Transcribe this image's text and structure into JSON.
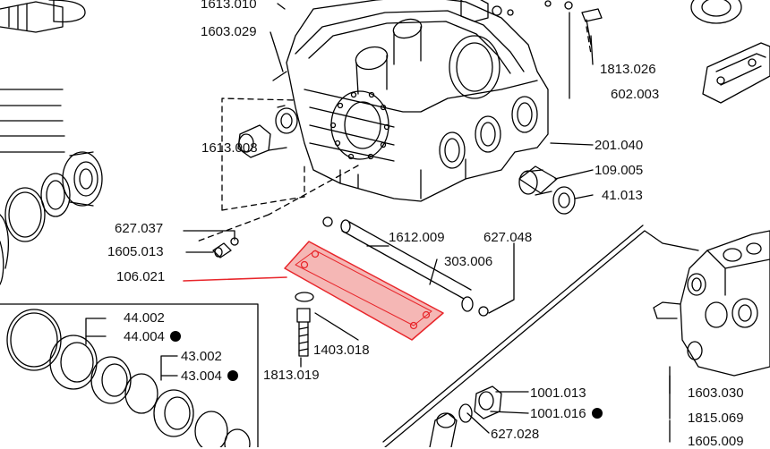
{
  "accent_color": "#e8262b",
  "highlight_fill": "#f5b7b5",
  "line_color": "#000000",
  "labels": {
    "p1613_010": "1613.010",
    "p1603_029": "1603.029",
    "p1613_008": "1613.008",
    "p1813_026": "1813.026",
    "p602_003": "602.003",
    "p201_040": "201.040",
    "p109_005": "109.005",
    "p41_013": "41.013",
    "p627_037": "627.037",
    "p1605_013": "1605.013",
    "p106_021": "106.021",
    "p1612_009": "1612.009",
    "p627_048": "627.048",
    "p303_006": "303.006",
    "p44_002": "44.002",
    "p44_004": "44.004",
    "p43_002": "43.002",
    "p43_004": "43.004",
    "p1403_018": "1403.018",
    "p1813_019": "1813.019",
    "p1001_013": "1001.013",
    "p1001_016": "1001.016",
    "p627_028": "627.028",
    "p1603_030": "1603.030",
    "p1815_069": "1815.069",
    "p1605_009": "1605.009"
  }
}
